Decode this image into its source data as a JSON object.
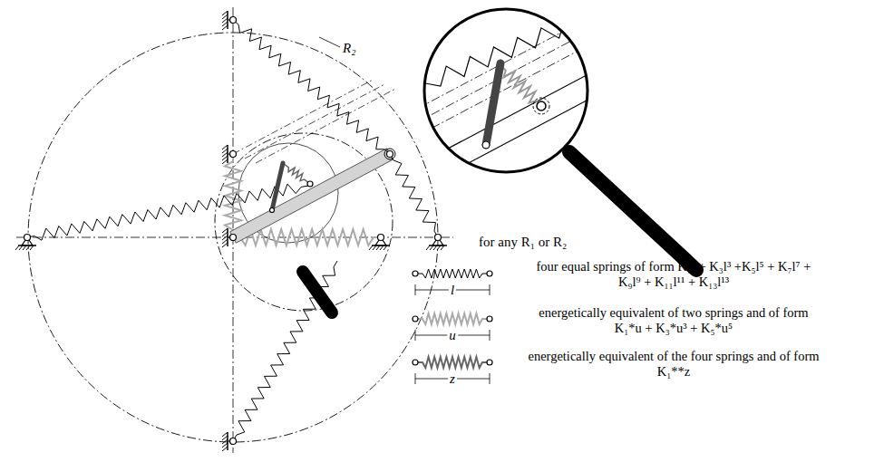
{
  "diagram": {
    "labels": [
      "R₂",
      "for any R₁ or R₂",
      "l",
      "u",
      "z"
    ],
    "legend": [
      {
        "text": "four equal springs of form K₁l + K₃l³ +K₅l⁵ + K₇l⁷ + K₉l⁹ + K₁₁l¹¹ + K₁₃l¹³"
      },
      {
        "text": "energetically equivalent of two springs and of form K₁*u + K₃*u³ + K₅*u⁵"
      },
      {
        "text": "energetically equivalent of the four springs and of form K₁**z"
      }
    ]
  }
}
